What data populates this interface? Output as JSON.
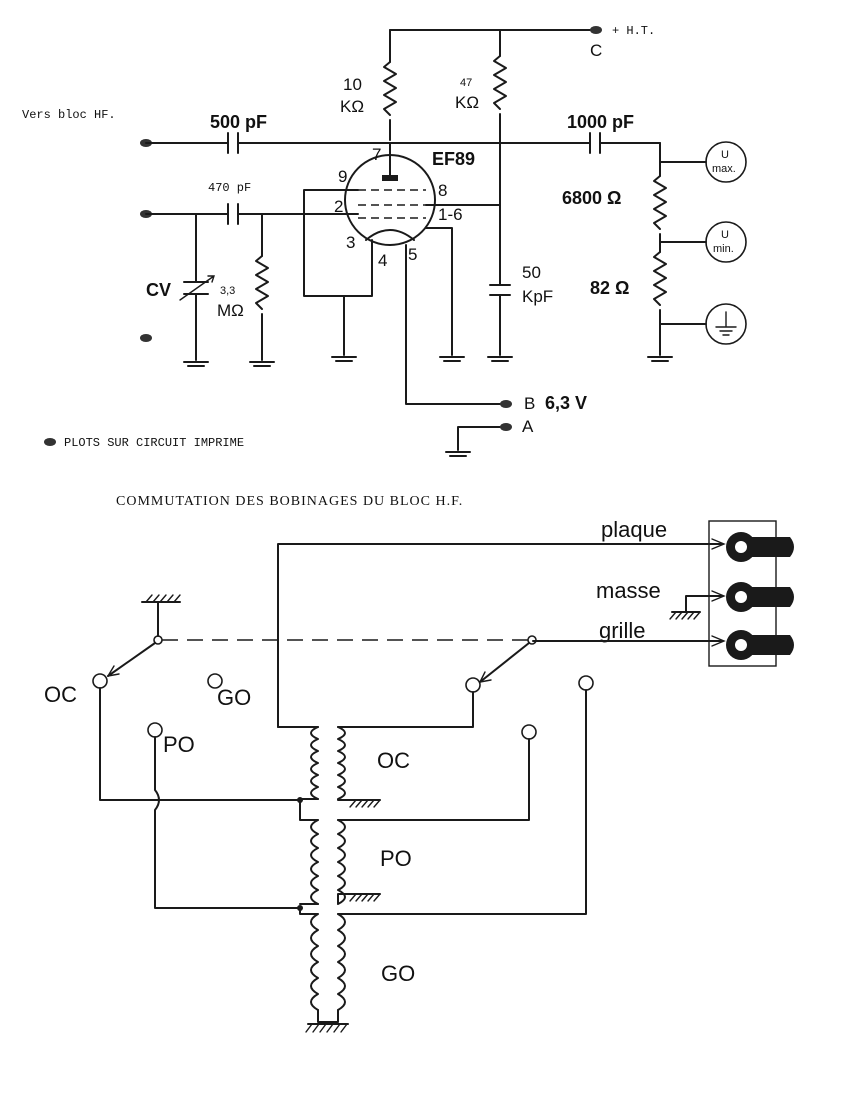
{
  "top": {
    "vers_bloc": "Vers bloc HF.",
    "ht": "+ H.T.",
    "c": "C",
    "r10": "10",
    "r10_unit": "KΩ",
    "r47": "47",
    "r47_unit": "KΩ",
    "c500": "500 pF",
    "c1000": "1000 pF",
    "c470": "470 pF",
    "tube": "EF89",
    "pin7": "7",
    "pin9": "9",
    "pin8": "8",
    "pin2": "2",
    "pin16": "1-6",
    "pin3": "3",
    "pin4": "4",
    "pin5": "5",
    "cv": "CV",
    "r33": "3,3",
    "r33_unit": "MΩ",
    "c50": "50",
    "c50_unit": "KpF",
    "r6800": "6800 Ω",
    "r82": "82 Ω",
    "umax_u": "U",
    "umax_sub": "max.",
    "umin_u": "U",
    "umin_sub": "min.",
    "b": "B",
    "b_volt": "6,3 V",
    "a": "A",
    "legend": "PLOTS SUR CIRCUIT IMPRIME"
  },
  "bottom": {
    "title": "COMMUTATION DES BOBINAGES DU BLOC H.F.",
    "plaque": "plaque",
    "masse": "masse",
    "grille": "grille",
    "oc_left": "OC",
    "go_left": "GO",
    "po_left": "PO",
    "coil_oc": "OC",
    "coil_po": "PO",
    "coil_go": "GO"
  }
}
